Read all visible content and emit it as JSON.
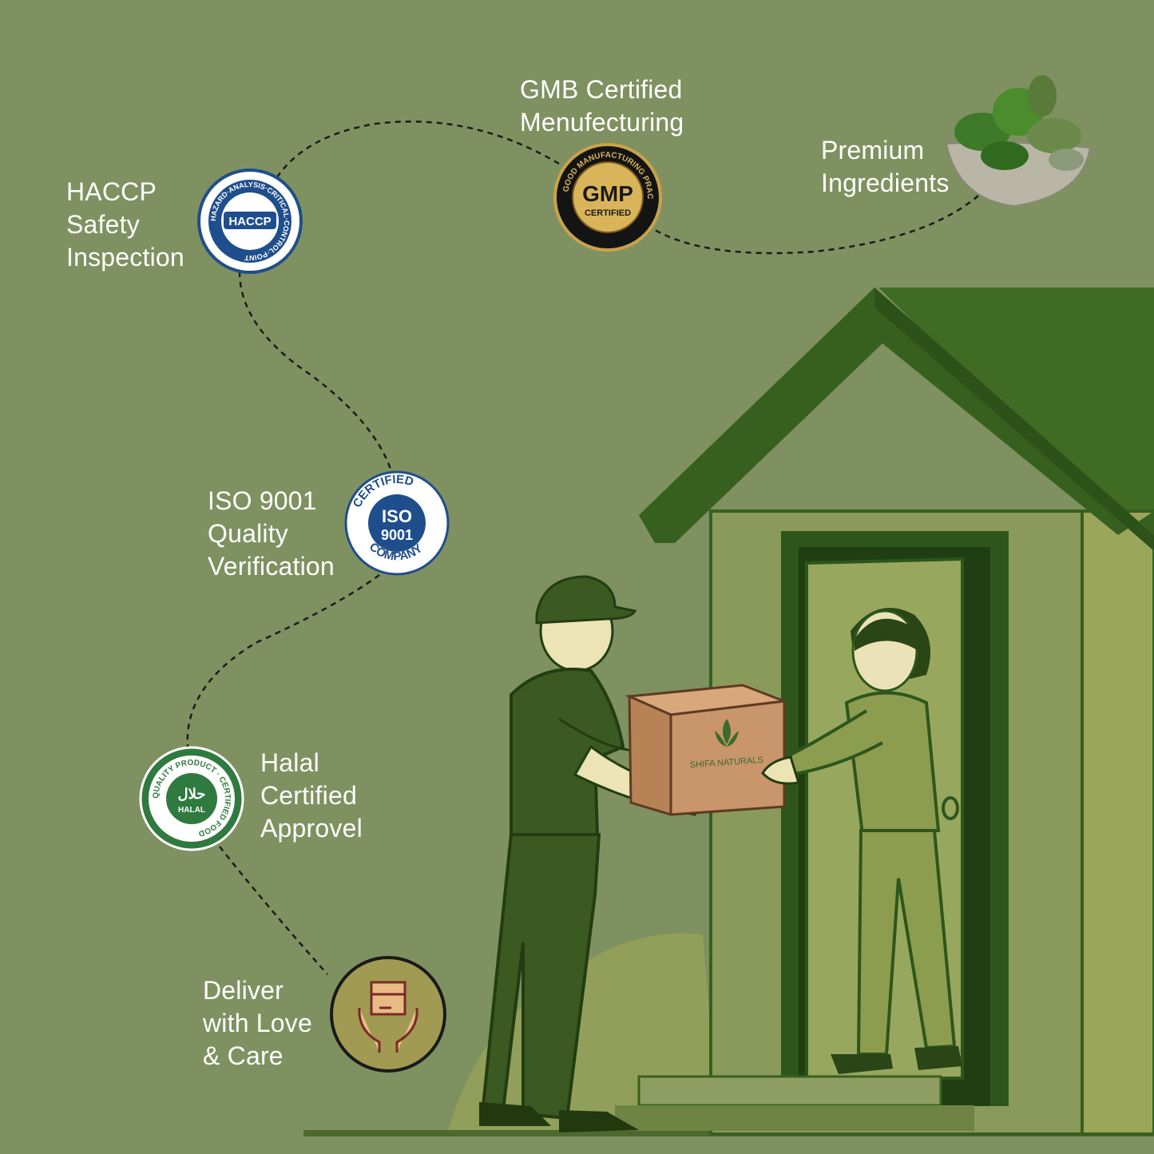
{
  "steps": [
    {
      "label": "GMB Certified\nMenufecturing",
      "icon": "gmp-certified-seal-icon"
    },
    {
      "label": "Premium\nIngredients",
      "icon": "herb-bowl-icon"
    },
    {
      "label": "HACCP\nSafety\nInspection",
      "icon": "haccp-seal-icon"
    },
    {
      "label": "ISO 9001\nQuality\nVerification",
      "icon": "iso-9001-seal-icon"
    },
    {
      "label": "Halal\nCertified\nApprovel",
      "icon": "halal-seal-icon"
    },
    {
      "label": "Deliver\nwith Love\n& Care",
      "icon": "box-in-hands-icon"
    }
  ],
  "badges": {
    "gmp": {
      "ring_text": "GOOD MANUFACTURING PRACTICE",
      "main": "GMP",
      "sub": "CERTIFIED"
    },
    "haccp": {
      "ring_text": "HAZARD·ANALYSIS·CRITICAL·CONTROL·POINT",
      "main": "HACCP"
    },
    "iso": {
      "ring_top": "CERTIFIED",
      "ring_bottom": "COMPANY",
      "main": "ISO",
      "sub": "9001"
    },
    "halal": {
      "ring_text": "QUALITY PRODUCT · CERTIFIED FOOD",
      "arabic": "حلال",
      "main": "HALAL"
    }
  },
  "box_brand": "SHIFA NATURALS",
  "colors": {
    "background": "#7f9160",
    "house_dark": "#37601f",
    "house_wall": "#8f9f5d",
    "uniform": "#3b5a22",
    "box": "#c9956b"
  }
}
